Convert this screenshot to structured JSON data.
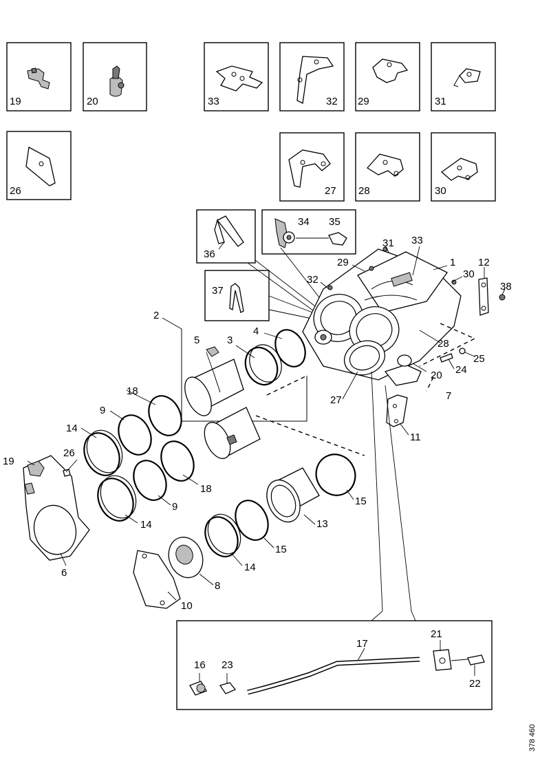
{
  "drawing_ref": "378 460",
  "inset_labels": {
    "i19": "19",
    "i20": "20",
    "i33": "33",
    "i32": "32",
    "i29": "29",
    "i31": "31",
    "i26": "26",
    "i27": "27",
    "i28": "28",
    "i30": "30"
  },
  "callouts": {
    "c36": "36",
    "c34": "34",
    "c35": "35",
    "c37": "37",
    "c31": "31",
    "c33": "33",
    "c29": "29",
    "c1": "1",
    "c12": "12",
    "c30": "30",
    "c38": "38",
    "c32": "32",
    "c2": "2",
    "c5": "5",
    "c3": "3",
    "c4": "4",
    "c28": "28",
    "c25": "25",
    "c24": "24",
    "c20": "20",
    "c7": "7",
    "c27": "27",
    "c11": "11",
    "c18a": "18",
    "c9a": "9",
    "c14a": "14",
    "c19": "19",
    "c26": "26",
    "c18b": "18",
    "c9b": "9",
    "c14b": "14",
    "c6": "6",
    "c15a": "15",
    "c13": "13",
    "c15b": "15",
    "c14c": "14",
    "c8": "8",
    "c10": "10",
    "c17": "17",
    "c21": "21",
    "c16": "16",
    "c23": "23",
    "c22": "22"
  }
}
